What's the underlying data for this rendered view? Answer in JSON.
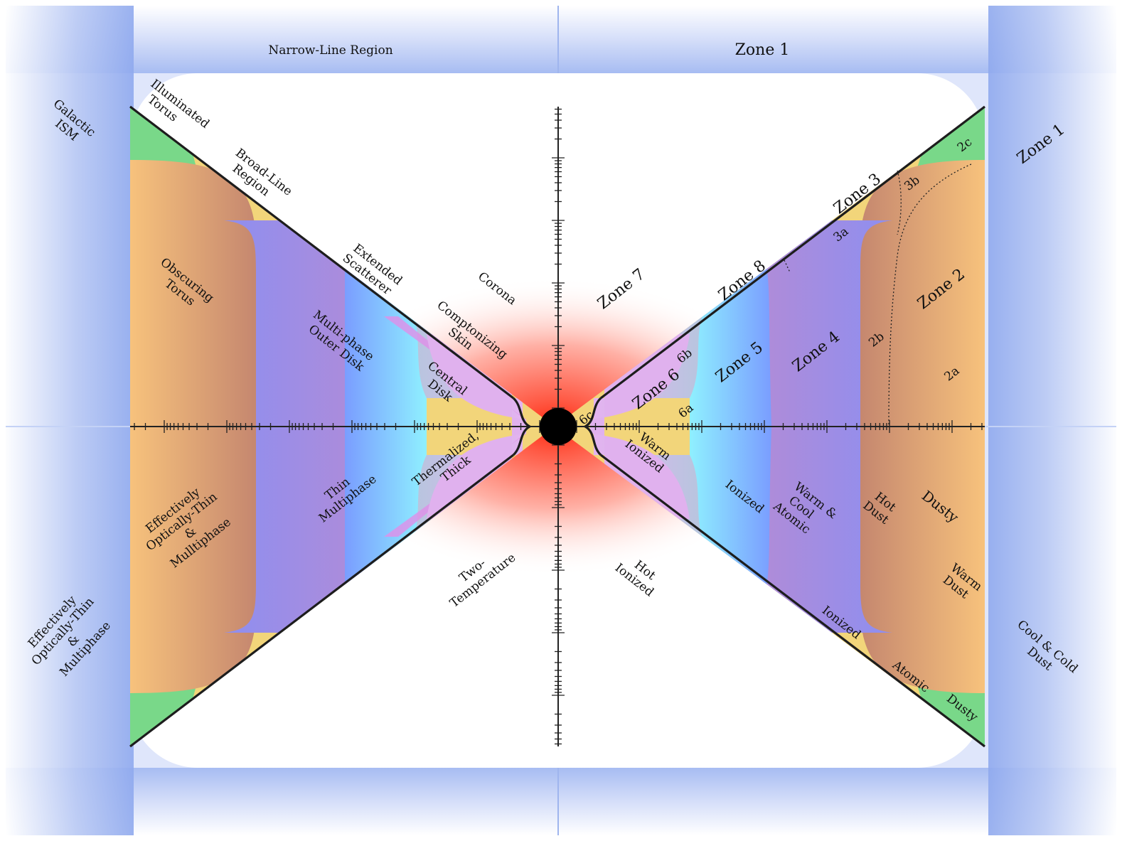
{
  "colors": {
    "frame_blue": "#a9bdf2",
    "frame_blue_light": "#e6ecfb",
    "hot_red": "#ff2a10",
    "torus_orange": "#f5bf7c",
    "torus_brown": "#c98872",
    "green": "#7cd68a",
    "yellow": "#e2f078",
    "violet": "#9a90e6",
    "light_blue": "#7fb2ff",
    "cyan": "#85eeff",
    "pink": "#e3a8ef",
    "gray_lilac": "#c4bedf",
    "black": "#000000"
  },
  "frame": {
    "top_left": "Narrow-Line Region",
    "top_right": "Zone 1",
    "left_upper": [
      "Galactic",
      "ISM"
    ],
    "left_lower": [
      "Effectively",
      "Optically-Thin",
      "&",
      "Multiphase"
    ],
    "right_upper": "Zone 1",
    "right_lower": [
      "Cool & Cold",
      "Dust"
    ]
  },
  "left_top": {
    "illuminated_torus": [
      "Illuminated",
      "Torus"
    ],
    "broad_line_region": [
      "Broad-Line",
      "Region"
    ],
    "extended_scatterer": [
      "Extended",
      "Scatterer"
    ],
    "obscuring_torus": [
      "Obscuring",
      "Torus"
    ],
    "multiphase_outer_disk": [
      "Multi-phase",
      "Outer Disk"
    ],
    "central_disk": [
      "Central",
      "Disk"
    ],
    "comptonizing_skin": [
      "Comptonizing",
      "Skin"
    ],
    "corona": "Corona"
  },
  "left_bottom": {
    "optically_thin": [
      "Effectively",
      "Optically-Thin",
      "&",
      "Mulltiphase"
    ],
    "thin_multiphase": [
      "Thin",
      "Multiphase"
    ],
    "thermalized_thick": [
      "Thermalized,",
      "Thick"
    ],
    "two_temperature": [
      "Two-",
      "Temperature"
    ]
  },
  "right_top": {
    "zone7": "Zone 7",
    "zone8": "Zone 8",
    "zone3": "Zone 3",
    "zone2": "Zone 2",
    "zone4": "Zone 4",
    "zone5": "Zone 5",
    "zone6": "Zone 6",
    "z2c": "2c",
    "z3b": "3b",
    "z3a": "3a",
    "z2b": "2b",
    "z2a": "2a",
    "z6b": "6b",
    "z6a": "6a",
    "z6c": "6c"
  },
  "right_bottom": {
    "hot_ionized": [
      "Hot",
      "Ionized"
    ],
    "warm_ionized": [
      "Warm",
      "Ionized"
    ],
    "ionized": "Ionized",
    "warm_cool_atomic": [
      "Warm &",
      "Cool",
      "Atomic"
    ],
    "hot_dust": [
      "Hot",
      "Dust"
    ],
    "dusty": "Dusty",
    "warm_dust": [
      "Warm",
      "Dust"
    ],
    "ionized_band": "Ionized",
    "atomic_band": "Atomic",
    "dusty_band": "Dusty"
  }
}
